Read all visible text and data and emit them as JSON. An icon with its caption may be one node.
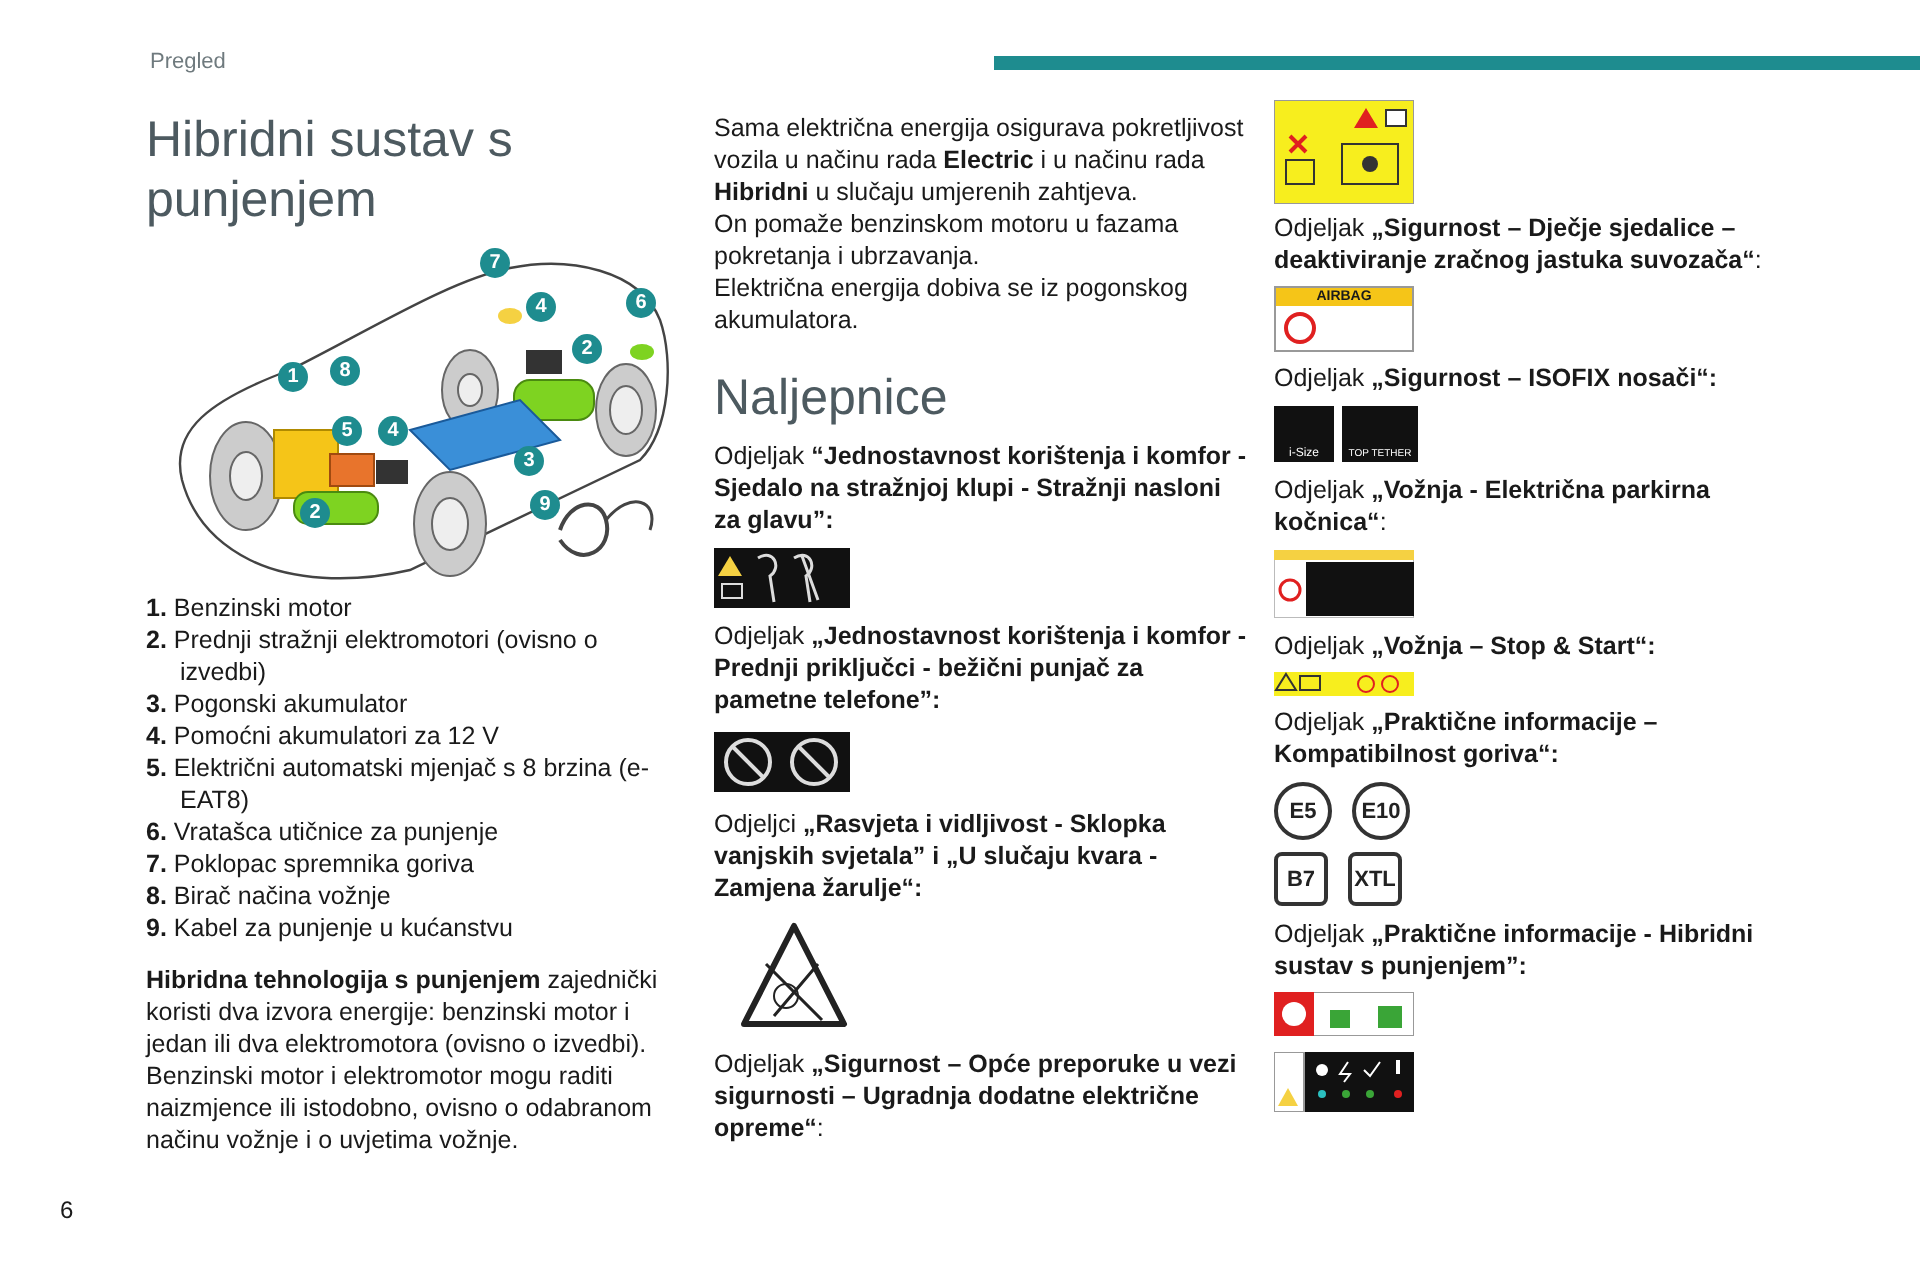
{
  "diagram": {
    "title": "Hibridni sustav s punjenjem",
    "nodes": [
      {
        "text": [
          "E5"
        ]
      },
      {
        "text": [
          "E10"
        ]
      },
      {
        "text": [
          "B7"
        ]
      },
      {
        "text": [
          "XTL"
        ]
      }
    ],
    "labels": [
      "Pregled",
      "7",
      "4",
      "6",
      "2",
      "1",
      "8",
      "5",
      "4",
      "3",
      "9",
      "2",
      "**1.** Benzinski motor",
      "**2.** Prednji stražnji elektromotori (ovisno o izvedbi)",
      "**3.** Pogonski akumulator",
      "**4.** Pomoćni akumulatori za 12 V",
      "**5.** Električni automatski mjenjač s 8 brzina (e-EAT8)",
      "**6.** Vratašca utičnice za punjenje",
      "**7.** Poklopac spremnika goriva",
      "**8.** Birač načina vožnje",
      "**9.** Kabel za punjenje u kućanstvu",
      "**Hibridna tehnologija s punjenjem** zajednički koristi dva izvora energije: benzinski motor i jedan ili dva elektromotora (ovisno o izvedbi). Benzinski motor i elektromotor mogu raditi naizmjence ili istodobno, ovisno o odabranom načinu vožnje i o uvjetima vožnje.",
      "Sama električna energija osigurava pokretljivost vozila u načinu rada **Electric** i u načinu rada **Hibridni** u slučaju umjerenih zahtjeva.",
      "On pomaže benzinskom motoru u fazama pokretanja i ubrzavanja.",
      "Električna energija dobiva se iz pogonskog akumulatora.",
      "Naljepnice",
      "Odjeljak **“Jednostavnost korištenja i komfor - Sjedalo na stražnjoj klupi - Stražnji nasloni za glavu”:**",
      "Odjeljak **„Jednostavnost korištenja i komfor - Prednji priključci - bežični punjač za pametne telefone”:**",
      "Odjeljci **„Rasvjeta i vidljivost - Sklopka vanjskih svjetala” i „U slučaju kvara - Zamjena žarulje“:**",
      "Odjeljak **„Sigurnost – Opće preporuke u vezi sigurnosti – Ugradnja dodatne električne opreme“**:",
      "Odjeljak **„Sigurnost – Dječje sjedalice – deaktiviranje zračnog jastuka suvozača“**:",
      "AIRBAG",
      "Odjeljak **„Sigurnost – ISOFIX nosači“:**",
      "i-Size",
      "TOP TETHER",
      "Odjeljak **„Vožnja - Električna parkirna kočnica“**:",
      "Odjeljak **„Vožnja – Stop & Start“:**",
      "Odjeljak **„Praktične informacije – Kompatibilnost goriva“:**",
      "Odjeljak **„Praktične informacije - Hibridni sustav s punjenjem”:**",
      "6"
    ]
  }
}
